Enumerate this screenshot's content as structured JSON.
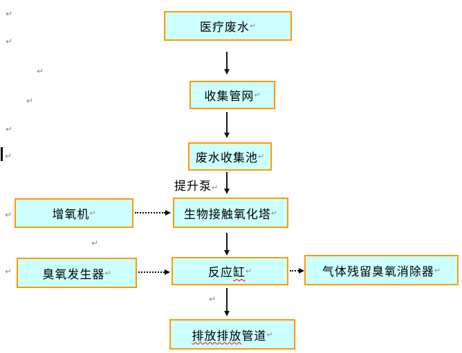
{
  "flowchart": {
    "boxes": [
      {
        "id": "medical-wastewater",
        "label": "医疗废水"
      },
      {
        "id": "collection-pipe-network",
        "label": "收集管网"
      },
      {
        "id": "wastewater-collection-pool",
        "label": "废水收集池"
      },
      {
        "id": "bio-contact-oxidation-tower",
        "label": "生物接触氧化塔"
      },
      {
        "id": "aerator",
        "label": "增氧机"
      },
      {
        "id": "ozone-generator",
        "label": "臭氧发生器"
      },
      {
        "id": "reaction-tank",
        "label_pre": "反应",
        "label_misspelled": "缸"
      },
      {
        "id": "gas-residual-ozone-eliminator",
        "label": "气体残留臭氧消除器"
      },
      {
        "id": "discharge-pipe",
        "label_misspelled": "排放排放",
        "label_post": "管道"
      }
    ],
    "edge_label": "提升泵",
    "connections": [
      {
        "from": "医疗废水",
        "to": "收集管网",
        "style": "solid-arrow"
      },
      {
        "from": "收集管网",
        "to": "废水收集池",
        "style": "solid-arrow"
      },
      {
        "from": "废水收集池",
        "to": "生物接触氧化塔",
        "style": "solid-arrow",
        "label": "提升泵"
      },
      {
        "from": "增氧机",
        "to": "生物接触氧化塔",
        "style": "dotted-arrow"
      },
      {
        "from": "生物接触氧化塔",
        "to": "反应缸",
        "style": "solid-arrow"
      },
      {
        "from": "臭氧发生器",
        "to": "反应缸",
        "style": "dotted-arrow"
      },
      {
        "from": "反应缸",
        "to": "气体残留臭氧消除器",
        "style": "dotted-arrow"
      },
      {
        "from": "反应缸",
        "to": "排放排放管道",
        "style": "solid-arrow"
      }
    ]
  },
  "symbols": {
    "paragraph_return": "↵"
  },
  "colors": {
    "box_fill": "#CCFFFF",
    "box_border": "#FF9900",
    "arrow": "#000000",
    "spellcheck_underline": "#FF0000",
    "paragraph_mark": "#8A8A8A",
    "caret": "#000000",
    "background": "#FFFFFF"
  }
}
